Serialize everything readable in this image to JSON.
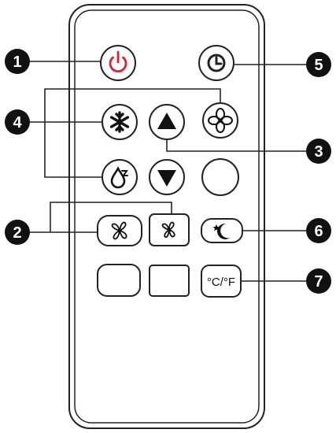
{
  "callouts": [
    {
      "number": "1",
      "target": "power-button"
    },
    {
      "number": "2",
      "target": "fan-speed-buttons"
    },
    {
      "number": "3",
      "target": "arrow-buttons"
    },
    {
      "number": "4",
      "target": "mode-buttons"
    },
    {
      "number": "5",
      "target": "timer-button"
    },
    {
      "number": "6",
      "target": "sleep-button"
    },
    {
      "number": "7",
      "target": "temp-unit-button"
    }
  ],
  "buttons": {
    "temp_unit_label": "°C/°F"
  },
  "icons": {
    "power": "power-icon",
    "timer": "clock-icon",
    "cool": "snowflake-icon",
    "fan": "fan-icon",
    "dry": "water-drop-icon",
    "up": "arrow-up-icon",
    "down": "arrow-down-icon",
    "fan_high": "fan-high-icon",
    "fan_low": "fan-low-icon",
    "sleep": "moon-star-icon"
  },
  "colors": {
    "power_accent": "#e0202a",
    "outline": "#222222",
    "badge_fill": "#111111"
  }
}
